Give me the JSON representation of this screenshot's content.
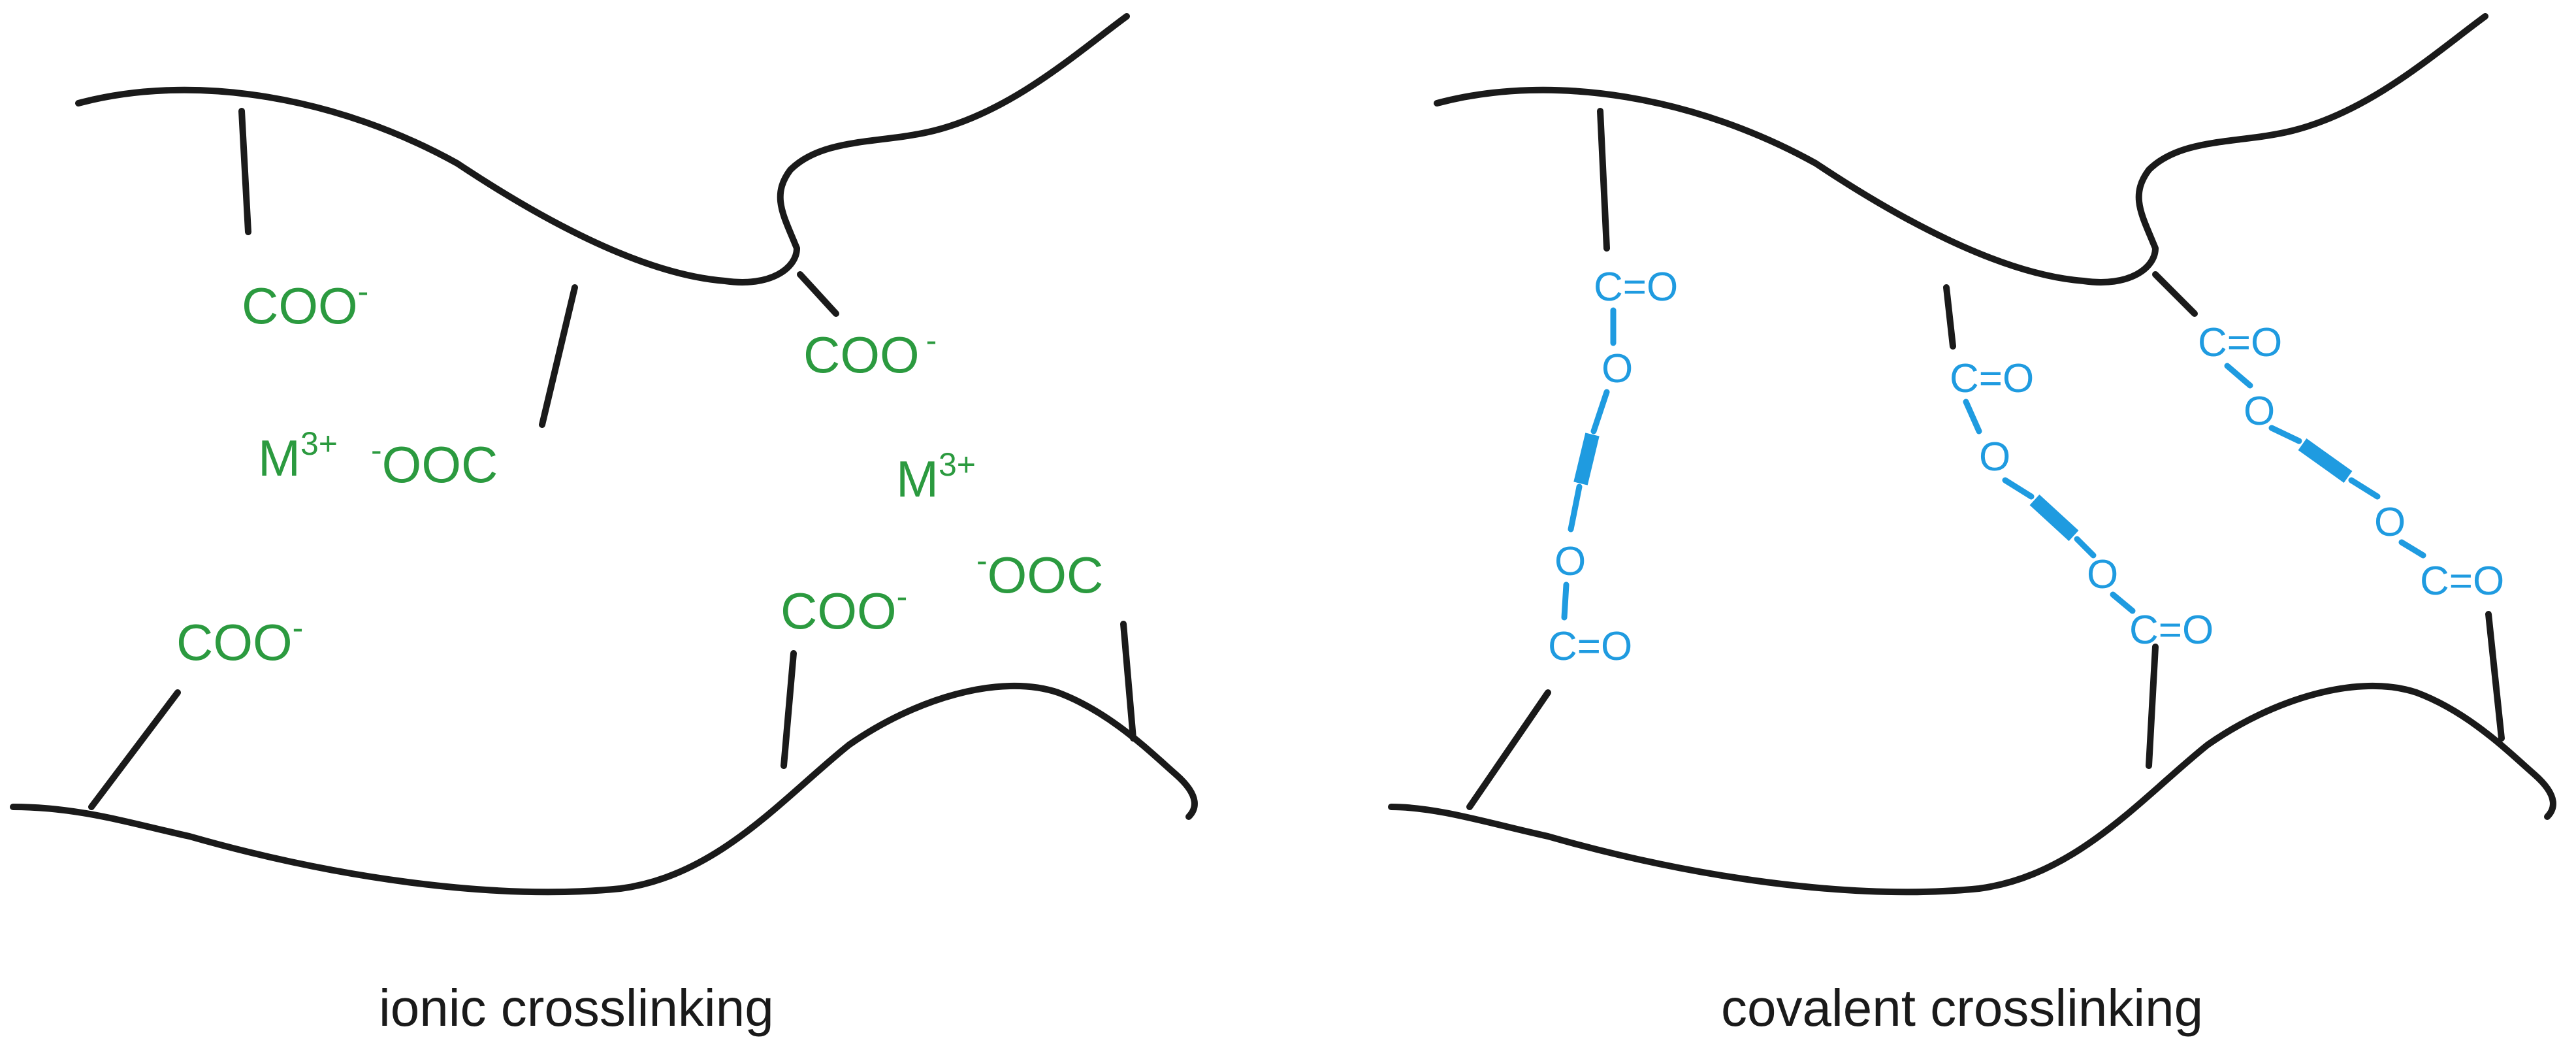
{
  "colors": {
    "chain": "#1a1a1a",
    "carboxylate": "#2b9a3f",
    "covalent": "#1f9be0"
  },
  "ionic": {
    "caption": "ionic crosslinking",
    "carboxylate": "COO",
    "carboxylate_rev": "OOC",
    "charge_minus": "-",
    "metal": "M",
    "metal_charge": "3+"
  },
  "covalent": {
    "caption": "covalent crosslinking",
    "carbon": "C",
    "oxygen": "O",
    "carbonyl": "C=O"
  }
}
